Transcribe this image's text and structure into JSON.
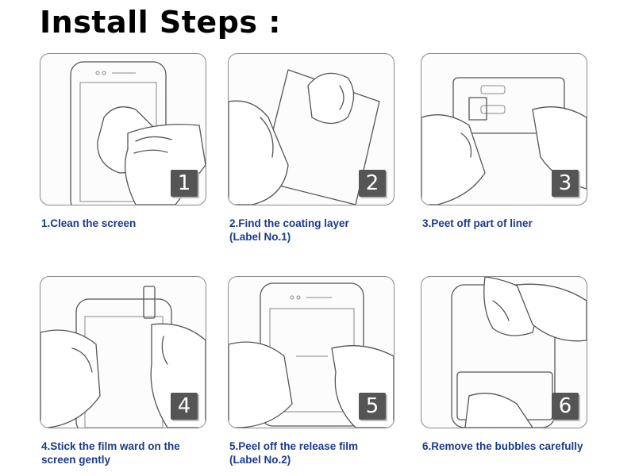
{
  "title": "Install Steps :",
  "steps": [
    {
      "number": "1",
      "lines": [
        "1.Clean the screen",
        ""
      ]
    },
    {
      "number": "2",
      "lines": [
        "2.Find the coating layer",
        "(Label No.1)"
      ]
    },
    {
      "number": "3",
      "lines": [
        "3.Peet off part of liner",
        ""
      ]
    },
    {
      "number": "4",
      "lines": [
        "4.Stick the film ward on the",
        "screen gently"
      ]
    },
    {
      "number": "5",
      "lines": [
        "5.Peel off the release film",
        "(Label No.2)"
      ]
    },
    {
      "number": "6",
      "lines": [
        "6.Remove the bubbles carefully",
        ""
      ]
    }
  ],
  "icons": [
    "phone-icon",
    "hand-icon",
    "cloth-icon",
    "film-icon"
  ],
  "colors": {
    "caption": "#1a3a8c",
    "badge": "#555555",
    "border": "#8a8a8a"
  }
}
